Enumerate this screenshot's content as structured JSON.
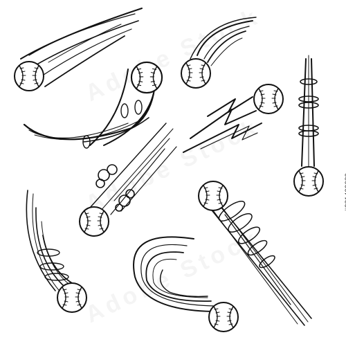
{
  "image": {
    "description": "Set of nine black-and-white baseball motion icons with speed trail lines",
    "background": "#ffffff",
    "ink_color": "#111111",
    "watermark_text": "Adobe Stock",
    "stock_id": "#281409689"
  },
  "balls": [
    {
      "name": "ball-comet-top-left"
    },
    {
      "name": "ball-curved-horn"
    },
    {
      "name": "ball-arc-top"
    },
    {
      "name": "ball-vertical-rings"
    },
    {
      "name": "ball-lightning"
    },
    {
      "name": "ball-smoke-puffs"
    },
    {
      "name": "ball-falling-left"
    },
    {
      "name": "ball-curve-bottom"
    },
    {
      "name": "ball-rings-diagonal"
    }
  ]
}
